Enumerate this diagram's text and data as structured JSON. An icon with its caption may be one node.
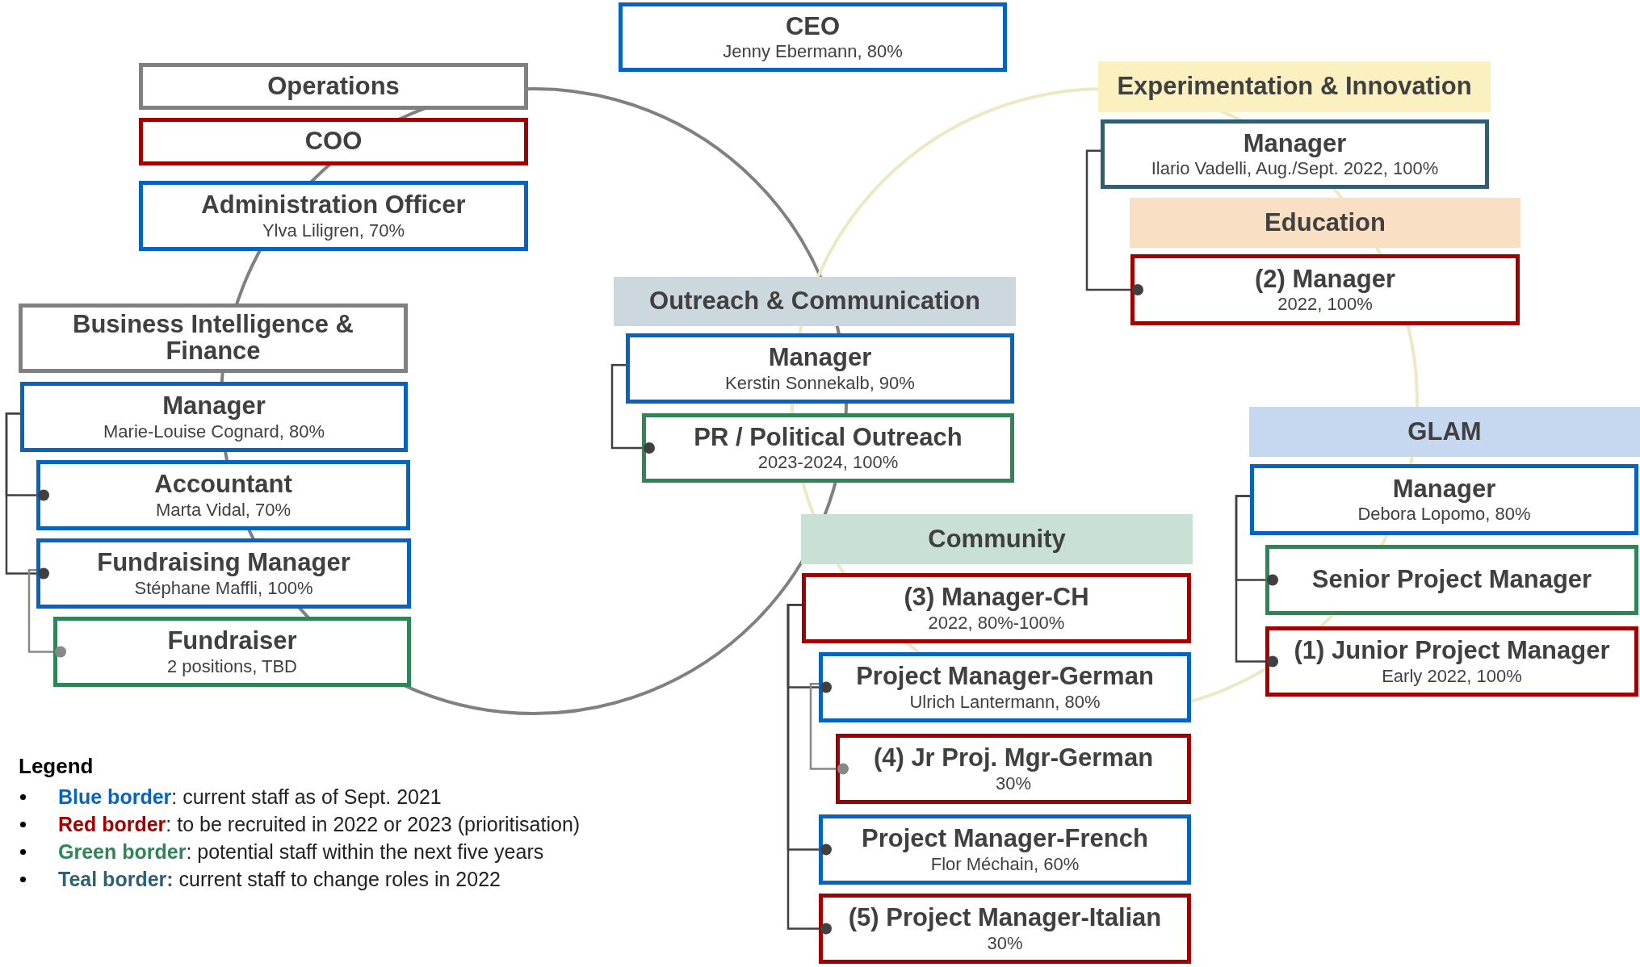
{
  "diagram": {
    "nodes": [
      {
        "text": [
          "CEO",
          "Jenny Ebermann, 80%"
        ]
      },
      {
        "text": [
          "Operations"
        ]
      },
      {
        "text": [
          "COO"
        ]
      },
      {
        "text": [
          "Administration Officer",
          "Ylva Liligren, 70%"
        ]
      },
      {
        "text": [
          "Business Intelligence & Finance"
        ]
      },
      {
        "text": [
          "Manager",
          "Marie-Louise Cognard, 80%"
        ]
      },
      {
        "text": [
          "Accountant",
          "Marta Vidal, 70%"
        ]
      },
      {
        "text": [
          "Fundraising Manager",
          "Stéphane Maffli, 100%"
        ]
      },
      {
        "text": [
          "Fundraiser",
          "2 positions, TBD"
        ]
      },
      {
        "text": [
          "Outreach & Communication"
        ]
      },
      {
        "text": [
          "Manager",
          "Kerstin Sonnekalb, 90%"
        ]
      },
      {
        "text": [
          "PR / Political Outreach",
          "2023-2024, 100%"
        ]
      },
      {
        "text": [
          "Experimentation & Innovation"
        ]
      },
      {
        "text": [
          "Manager",
          "Ilario Vadelli, Aug./Sept. 2022, 100%"
        ]
      },
      {
        "text": [
          "Education"
        ]
      },
      {
        "text": [
          "(2) Manager",
          "2022, 100%"
        ]
      },
      {
        "text": [
          "GLAM"
        ]
      },
      {
        "text": [
          "Manager",
          "Debora Lopomo, 80%"
        ]
      },
      {
        "text": [
          "Senior Project Manager"
        ]
      },
      {
        "text": [
          "(1) Junior Project Manager",
          "Early 2022, 100%"
        ]
      },
      {
        "text": [
          "Community"
        ]
      },
      {
        "text": [
          "(3) Manager-CH",
          "2022, 80%-100%"
        ]
      },
      {
        "text": [
          "Project Manager-German",
          "Ulrich Lantermann, 80%"
        ]
      },
      {
        "text": [
          "(4) Jr Proj. Mgr-German",
          "30%"
        ]
      },
      {
        "text": [
          "Project Manager-French",
          "Flor Méchain, 60%"
        ]
      },
      {
        "text": [
          "(5) Project Manager-Italian",
          "30%"
        ]
      }
    ],
    "edges": [
      {
        "from": 5,
        "to": 6,
        "arrow": "other"
      },
      {
        "from": 5,
        "to": 7,
        "arrow": "other"
      },
      {
        "from": 7,
        "to": 8,
        "arrow": "other",
        "color": "#888888"
      },
      {
        "from": 10,
        "to": 11,
        "arrow": "other"
      },
      {
        "from": 13,
        "to": 15,
        "arrow": "other"
      },
      {
        "from": 17,
        "to": 18,
        "arrow": "other"
      },
      {
        "from": 17,
        "to": 19,
        "arrow": "other"
      },
      {
        "from": 21,
        "to": 22,
        "arrow": "other"
      },
      {
        "from": 22,
        "to": 23,
        "arrow": "other",
        "color": "#888888"
      },
      {
        "from": 21,
        "to": 24,
        "arrow": "other"
      },
      {
        "from": 21,
        "to": 25,
        "arrow": "other"
      }
    ],
    "labels": [
      "Legend"
    ],
    "legend": [
      {
        "text": "**Blue border**: current staff as of Sept. 2021",
        "color": "#0563c1"
      },
      {
        "text": "**Red border**: to be recruited in 2022 or 2023 (prioritisation)",
        "color": "#a00000"
      },
      {
        "text": "**Green border**: potential staff within the next five years",
        "color": "#2e8555"
      },
      {
        "text": "**Teal border:** current staff to change roles in 2022",
        "color": "#2e5f74"
      }
    ]
  }
}
